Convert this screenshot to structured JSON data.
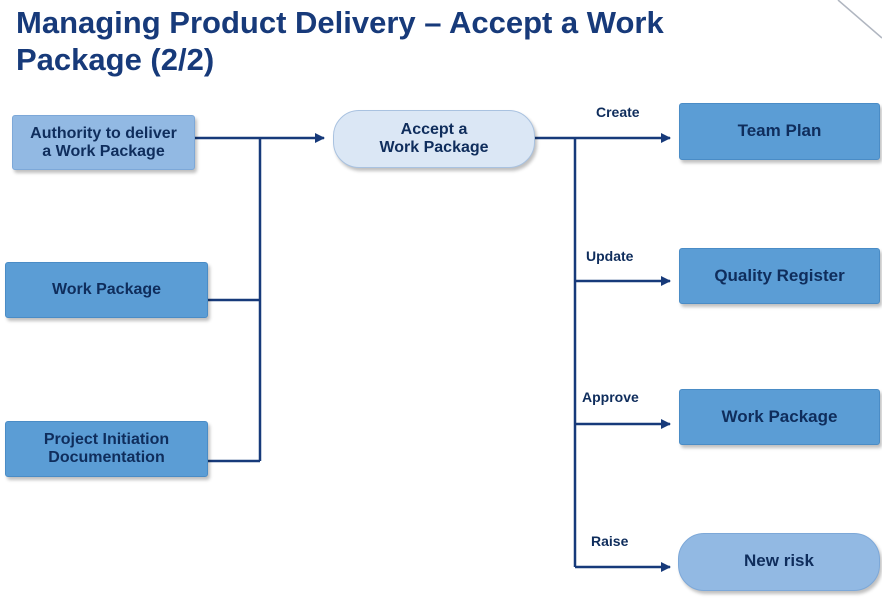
{
  "title": {
    "line1": "Managing Product Delivery – Accept a Work",
    "line2": "Package (2/2)"
  },
  "inputs": [
    {
      "line1": "Authority to deliver",
      "line2": "a Work Package"
    },
    {
      "line1": "Work Package"
    },
    {
      "line1": "Project Initiation",
      "line2": "Documentation"
    }
  ],
  "activity": {
    "line1": "Accept a",
    "line2": "Work Package"
  },
  "actions": [
    "Create",
    "Update",
    "Approve",
    "Raise"
  ],
  "outputs": [
    "Team Plan",
    "Quality Register",
    "Work Package",
    "New risk"
  ],
  "colors": {
    "title": "#173a7a",
    "connector": "#173a7a",
    "box_light": "#92b9e3",
    "box_mid": "#5b9dd5",
    "activity_fill": "#dbe7f5"
  }
}
